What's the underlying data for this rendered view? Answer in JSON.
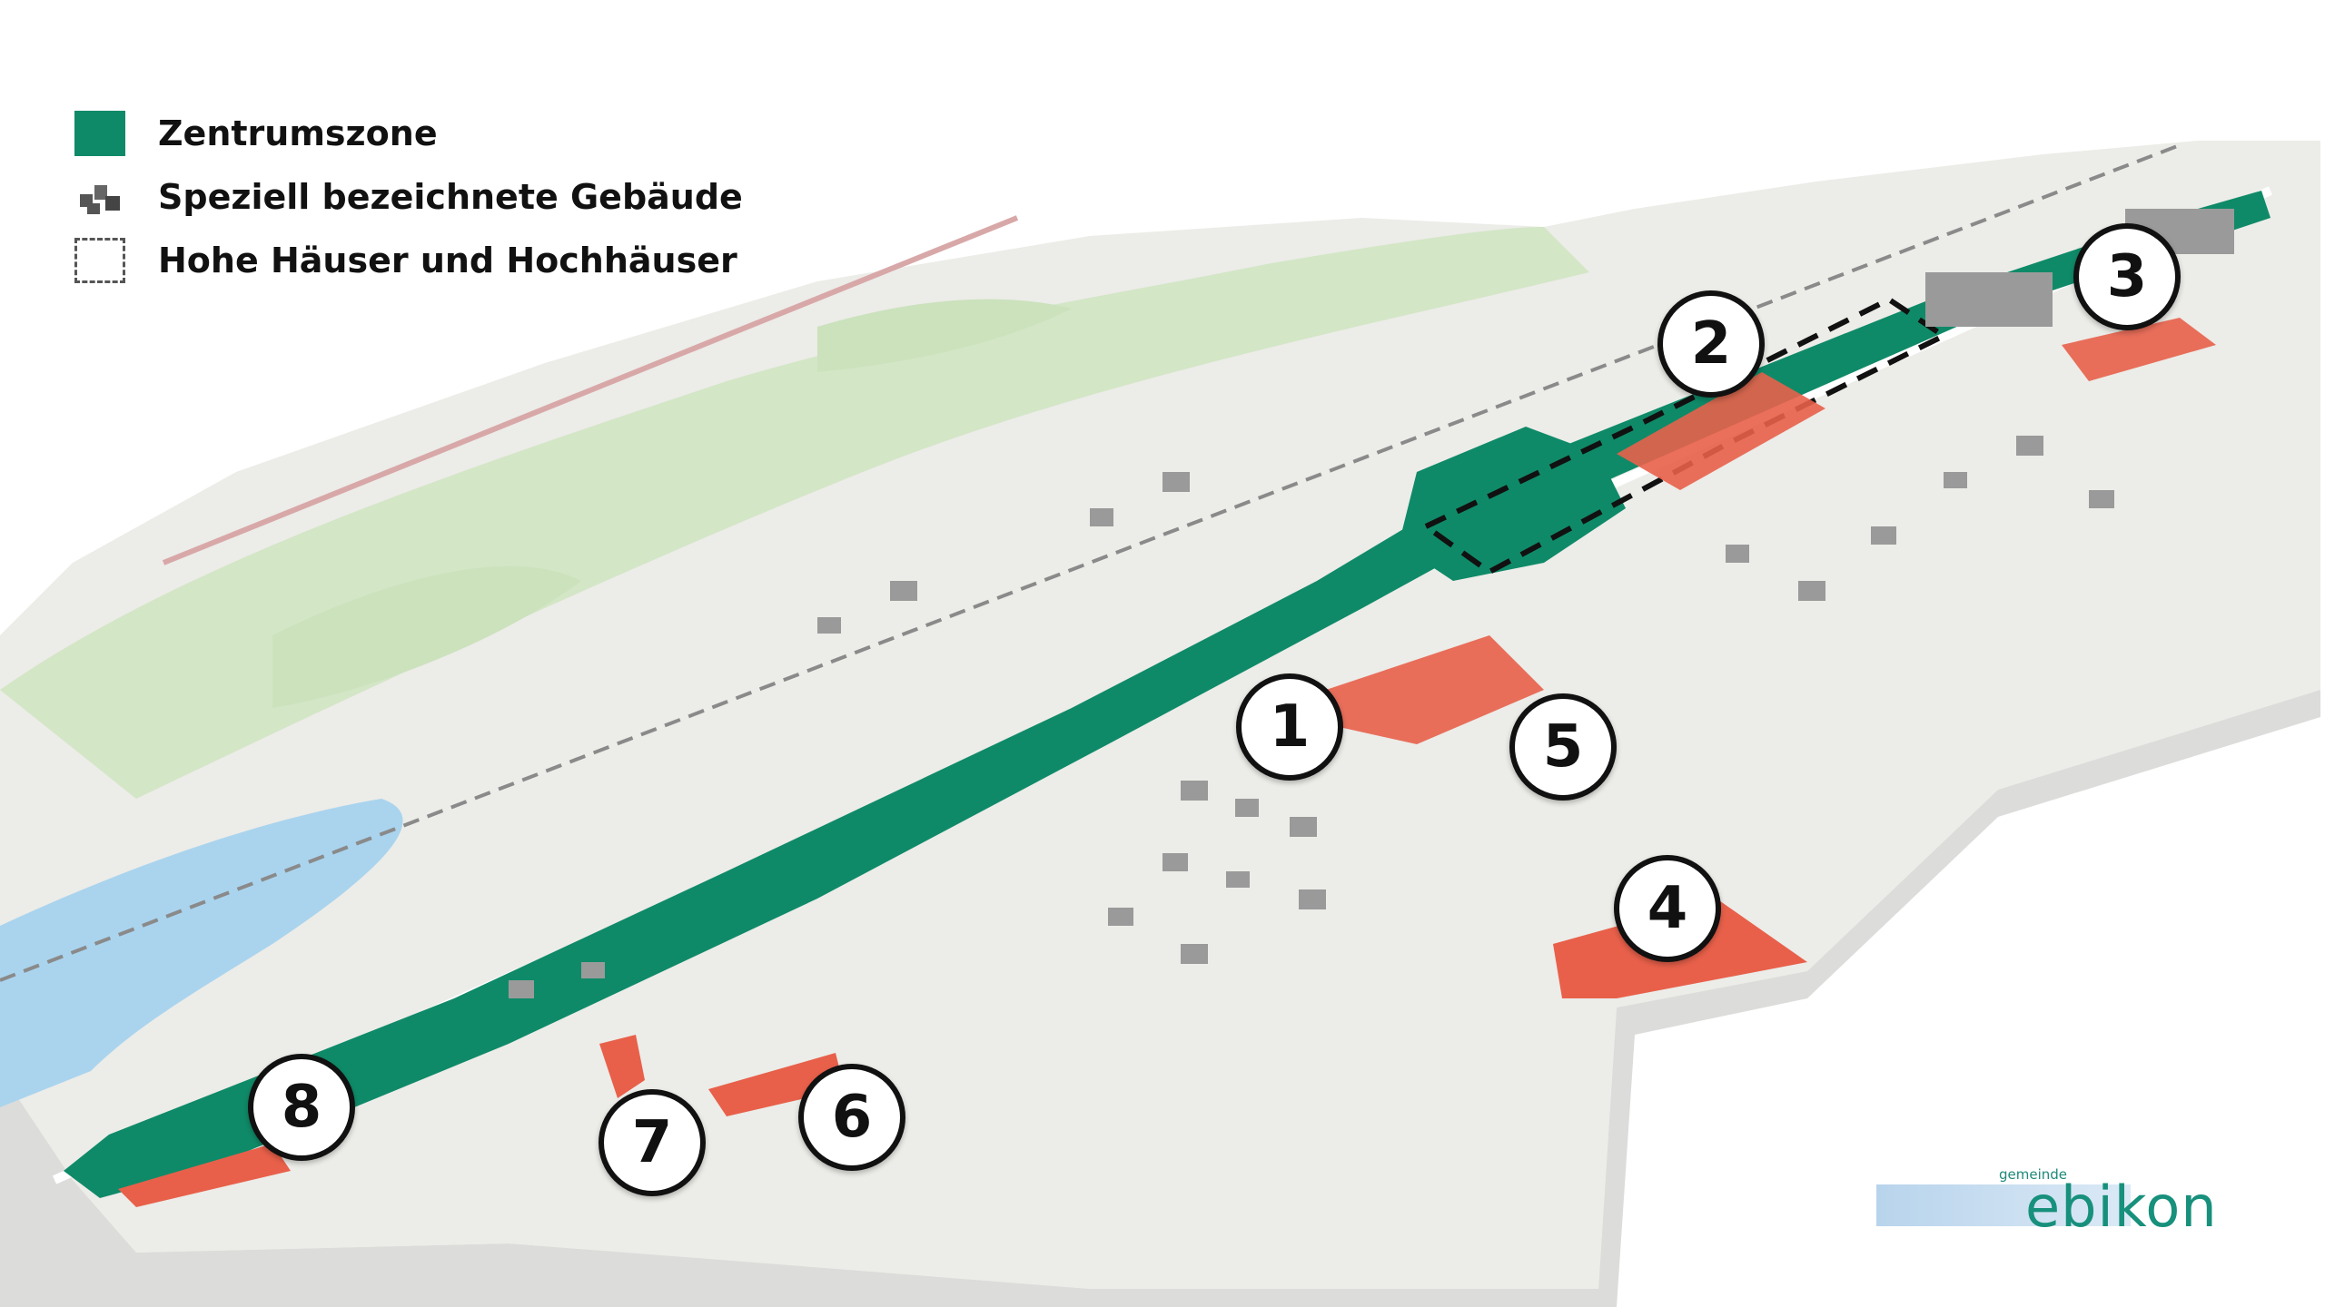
{
  "legend": {
    "items": [
      {
        "label": "Zentrumszone",
        "swatch": "green-square-icon",
        "color": "#0f8a68"
      },
      {
        "label": "Speziell bezeichnete Gebäude",
        "swatch": "buildings-icon",
        "color": "#555555"
      },
      {
        "label": "Hohe Häuser und Hochhäuser",
        "swatch": "dashed-square-icon",
        "color": "#555555"
      }
    ]
  },
  "markers": [
    "1",
    "2",
    "3",
    "4",
    "5",
    "6",
    "7",
    "8"
  ],
  "logo": {
    "small": "gemeinde",
    "main": "ebikon"
  },
  "colors": {
    "zentrumszone": "#0f8a68",
    "special_area": "#e8604a",
    "water": "#aad4ee",
    "terrain": "#eeeeea",
    "meadow": "#cfe3c4"
  }
}
